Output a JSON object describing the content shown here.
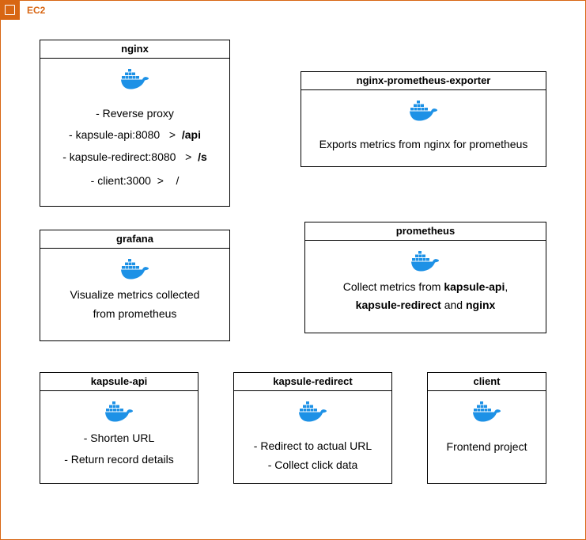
{
  "colors": {
    "ec2": "#D86613",
    "docker": "#1D91E6"
  },
  "group": {
    "label": "EC2",
    "icon": "ec2-icon"
  },
  "nginx": {
    "title": "nginx",
    "l1": "- Reverse proxy",
    "l2a": "- kapsule-api:8080   >  ",
    "l2b": "/api",
    "l3a": "- kapsule-redirect:8080   >  ",
    "l3b": "/s",
    "l4": "- client:3000  >    /"
  },
  "exporter": {
    "title": "nginx-prometheus-exporter",
    "l1": "Exports metrics from nginx for prometheus"
  },
  "grafana": {
    "title": "grafana",
    "l1": "Visualize metrics collected",
    "l2": "from prometheus"
  },
  "prometheus": {
    "title": "prometheus",
    "l1a": "Collect metrics from ",
    "l1b": "kapsule-api",
    "l1c": ",",
    "l2a": "kapsule-redirect",
    "l2b": " and ",
    "l2c": "nginx"
  },
  "api": {
    "title": "kapsule-api",
    "l1": "- Shorten URL",
    "l2": "- Return record details"
  },
  "redirect": {
    "title": "kapsule-redirect",
    "l1": "- Redirect to actual URL",
    "l2": "- Collect click data"
  },
  "client": {
    "title": "client",
    "l1": "Frontend project"
  }
}
